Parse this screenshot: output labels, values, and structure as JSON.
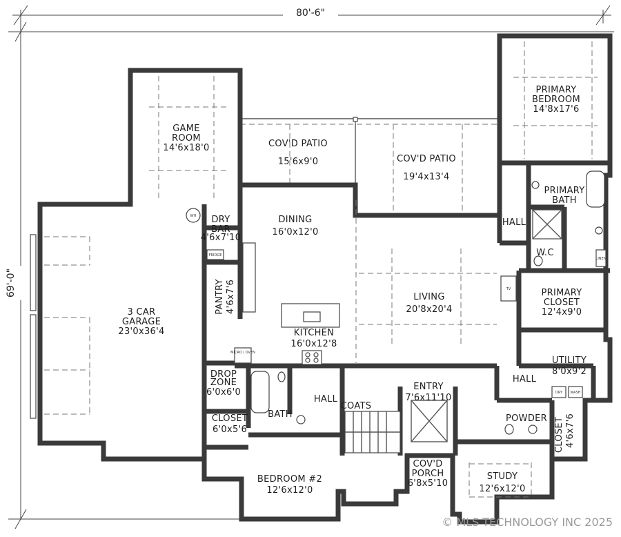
{
  "dimensions": {
    "width": "80'-6\"",
    "depth": "69'-0\""
  },
  "rooms": {
    "game_room": {
      "name": "GAME ROOM",
      "size": "14'6x18'0"
    },
    "covd_patio_1": {
      "name": "COV'D PATIO",
      "size": "15'6x9'0"
    },
    "covd_patio_2": {
      "name": "COV'D PATIO",
      "size": "19'4x13'4"
    },
    "primary_bedroom": {
      "name": "PRIMARY BEDROOM",
      "size": "14'8x17'6"
    },
    "primary_bath": {
      "name": "PRIMARY BATH"
    },
    "hall_primary": {
      "name": "HALL"
    },
    "wc": {
      "name": "W.C"
    },
    "primary_closet": {
      "name": "PRIMARY CLOSET",
      "size": "12'4x9'0"
    },
    "dry_bar": {
      "name": "DRY BAR",
      "size": "4'6x7'10"
    },
    "dining": {
      "name": "DINING",
      "size": "16'0x12'0"
    },
    "living": {
      "name": "LIVING",
      "size": "20'8x20'4"
    },
    "pantry": {
      "name": "PANTRY",
      "size": "4'6x7'6"
    },
    "garage": {
      "name": "3 CAR GARAGE",
      "size": "23'0x36'4"
    },
    "kitchen": {
      "name": "KITCHEN",
      "size": "16'0x12'8"
    },
    "utility": {
      "name": "UTILITY",
      "size": "8'0x9'2"
    },
    "hall_utility": {
      "name": "HALL"
    },
    "drop_zone": {
      "name": "DROP ZONE",
      "size": "6'0x6'0"
    },
    "hall_bath": {
      "name": "HALL"
    },
    "coats": {
      "name": "COATS"
    },
    "entry": {
      "name": "ENTRY",
      "size": "7'6x11'10"
    },
    "closet_1": {
      "name": "CLOSET",
      "size": "6'0x5'6"
    },
    "bath": {
      "name": "BATH"
    },
    "powder": {
      "name": "POWDER"
    },
    "closet_2": {
      "name": "CLOSET",
      "size": "4'6x7'6"
    },
    "bedroom2": {
      "name": "BEDROOM #2",
      "size": "12'6x12'0"
    },
    "covd_porch": {
      "name": "COV'D PORCH",
      "size": "6'8x5'10"
    },
    "study": {
      "name": "STUDY",
      "size": "12'6x12'0"
    }
  },
  "fixture_labels": {
    "wh": "WH",
    "fridge": "FRIDGE",
    "micro_oven": "MICRO / OVEN",
    "linen": "LINEN",
    "dry": "DRY",
    "wash": "WASH",
    "tv": "TV"
  },
  "watermark": "© MLS TECHNOLOGY INC 2025"
}
